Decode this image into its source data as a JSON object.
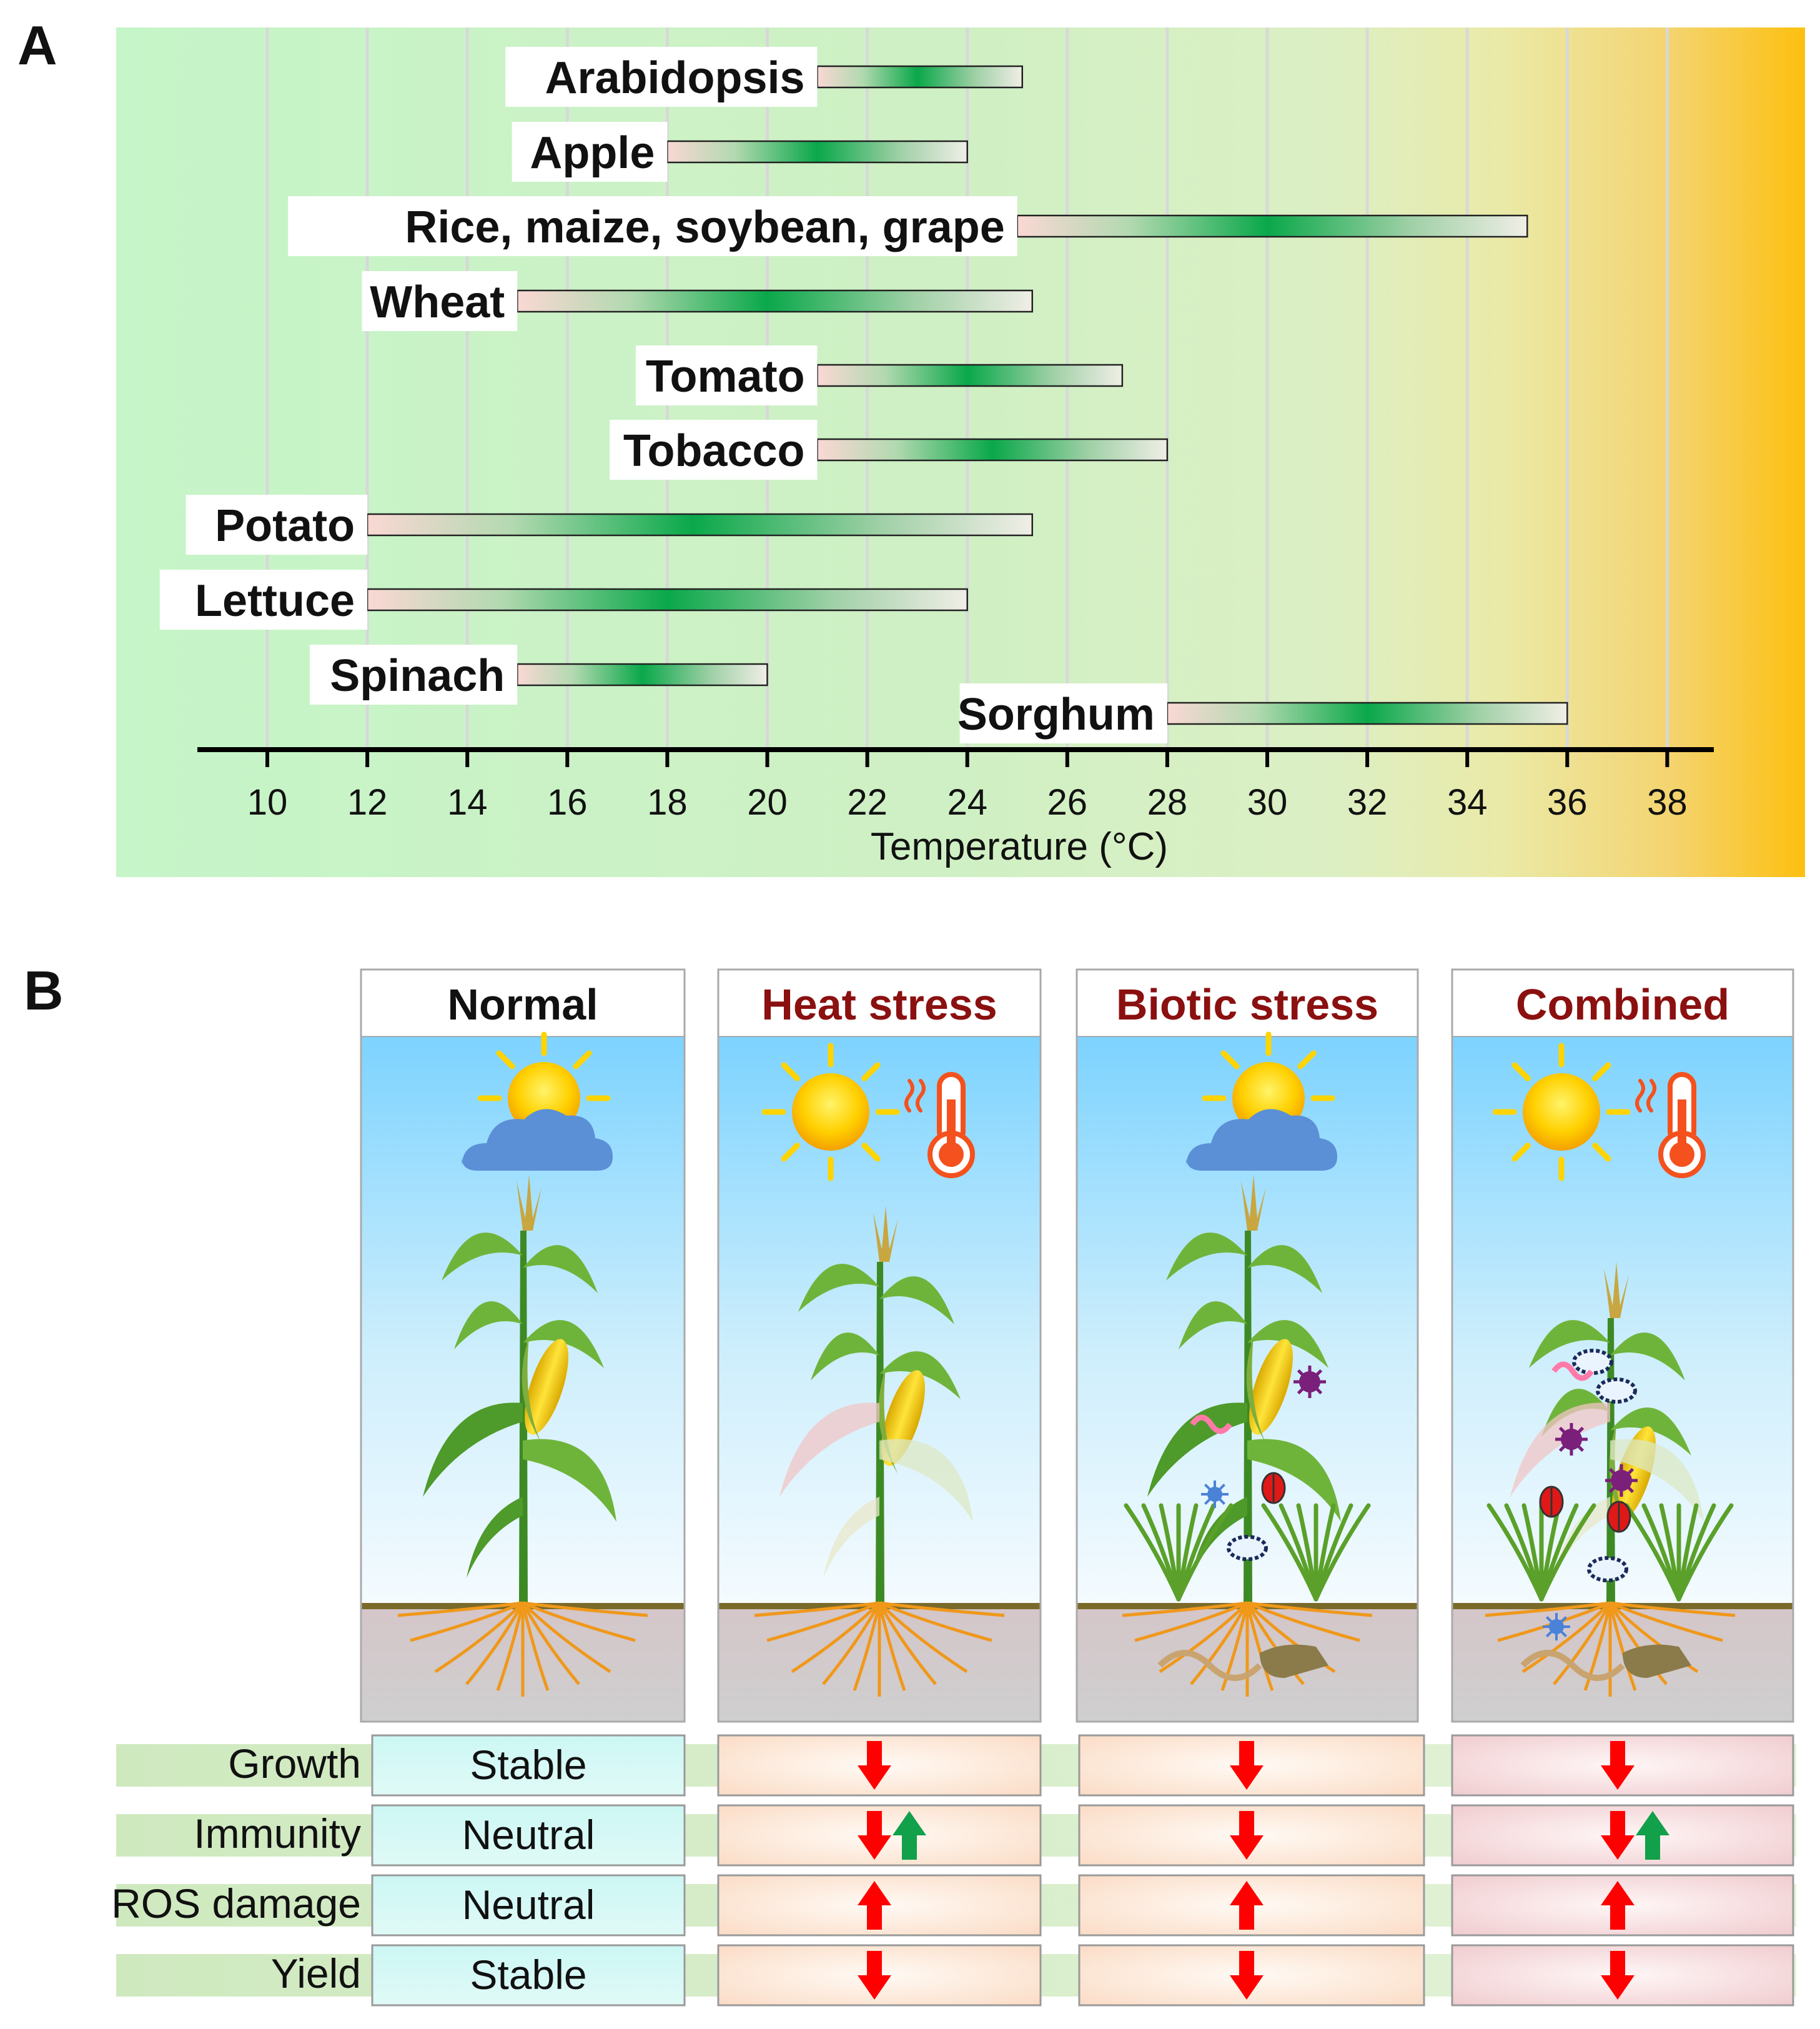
{
  "panel_a": {
    "letter": "A",
    "chart_data": {
      "type": "range-bar",
      "xlabel": "Temperature (°C)",
      "xlim": [
        8.7,
        39
      ],
      "xticks": [
        10,
        12,
        14,
        16,
        18,
        20,
        22,
        24,
        26,
        28,
        30,
        32,
        34,
        36,
        38
      ],
      "background": {
        "cool": "#c5f5c8",
        "warm": "#fdc010",
        "transition_at": 32
      },
      "series": [
        {
          "name": "Arabidopsis",
          "min": 21,
          "max": 25.1,
          "optimum": 23
        },
        {
          "name": "Apple",
          "min": 18,
          "max": 24,
          "optimum": 21
        },
        {
          "name": "Rice, maize, soybean, grape",
          "min": 25,
          "max": 35.2,
          "optimum": 30
        },
        {
          "name": "Wheat",
          "min": 15,
          "max": 25.3,
          "optimum": 20
        },
        {
          "name": "Tomato",
          "min": 21,
          "max": 27.1,
          "optimum": 24
        },
        {
          "name": "Tobacco",
          "min": 21,
          "max": 28,
          "optimum": 24.5
        },
        {
          "name": "Potato",
          "min": 12,
          "max": 25.3,
          "optimum": 18.5
        },
        {
          "name": "Lettuce",
          "min": 12,
          "max": 24,
          "optimum": 18
        },
        {
          "name": "Spinach",
          "min": 15,
          "max": 20,
          "optimum": 17.5
        },
        {
          "name": "Sorghum",
          "min": 28,
          "max": 36,
          "optimum": 32
        }
      ]
    }
  },
  "panel_b": {
    "letter": "B",
    "conditions": [
      {
        "label": "Normal",
        "color": "#111111",
        "thermometer": false,
        "cloud": true,
        "pests": false,
        "faded": false
      },
      {
        "label": "Heat stress",
        "color": "#8b1010",
        "thermometer": true,
        "cloud": false,
        "pests": false,
        "faded": true
      },
      {
        "label": "Biotic stress",
        "color": "#8b1010",
        "thermometer": false,
        "cloud": true,
        "pests": true,
        "faded": false
      },
      {
        "label": "Combined",
        "color": "#8b1010",
        "thermometer": true,
        "cloud": false,
        "pests": true,
        "faded": true
      }
    ],
    "rows": [
      {
        "label": "Growth",
        "normal": "Stable",
        "heat": [
          "down"
        ],
        "biotic": [
          "down"
        ],
        "combined": [
          "down"
        ]
      },
      {
        "label": "Immunity",
        "normal": "Neutral",
        "heat": [
          "down",
          "up"
        ],
        "biotic": [
          "down"
        ],
        "combined": [
          "down",
          "up"
        ]
      },
      {
        "label": "ROS damage",
        "normal": "Neutral",
        "heat": [
          "up"
        ],
        "biotic": [
          "up"
        ],
        "combined": [
          "up"
        ]
      },
      {
        "label": "Yield",
        "normal": "Stable",
        "heat": [
          "down"
        ],
        "biotic": [
          "down"
        ],
        "combined": [
          "down"
        ]
      }
    ],
    "colors": {
      "arrow_down": "#ff0000",
      "arrow_up_ros": "#ff0000",
      "arrow_up_immunity": "#12a04a",
      "normal_cell": "#d4f8f4",
      "stress_cell": "#fde5d4",
      "combined_cell": "#f6d7d8",
      "row_band": "#d4ecc4"
    }
  }
}
